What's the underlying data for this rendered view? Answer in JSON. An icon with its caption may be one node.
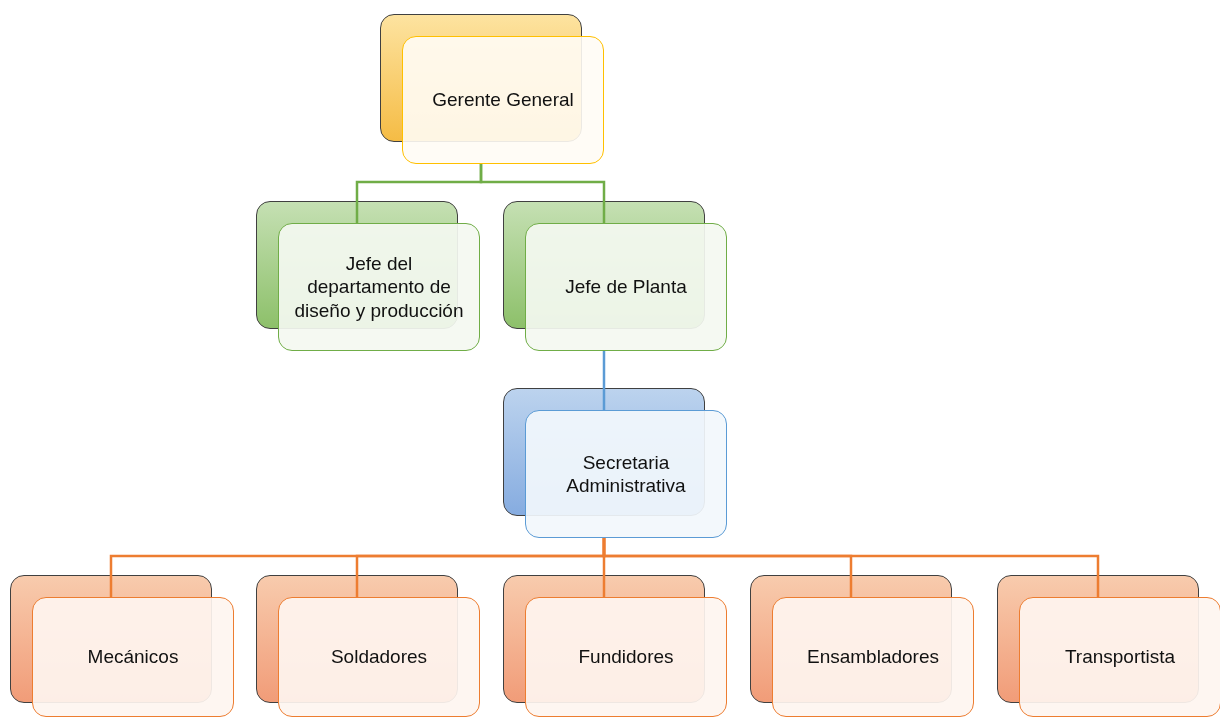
{
  "diagram": {
    "nodes": [
      {
        "text": [
          "Gerente General"
        ]
      },
      {
        "text": [
          "Jefe del departamento de diseño y producción"
        ]
      },
      {
        "text": [
          "Jefe de Planta"
        ]
      },
      {
        "text": [
          "Secretaria Administrativa"
        ]
      },
      {
        "text": [
          "Mecánicos"
        ]
      },
      {
        "text": [
          "Soldadores"
        ]
      },
      {
        "text": [
          "Fundidores"
        ]
      },
      {
        "text": [
          "Ensambladores"
        ]
      },
      {
        "text": [
          "Transportista"
        ]
      }
    ],
    "edges": [
      {
        "from": 0,
        "to": 1,
        "arrow": "none",
        "color": "#70ad47"
      },
      {
        "from": 0,
        "to": 2,
        "arrow": "none",
        "color": "#70ad47"
      },
      {
        "from": 2,
        "to": 3,
        "arrow": "none",
        "color": "#5b9bd5"
      },
      {
        "from": 3,
        "to": 4,
        "arrow": "none"
      },
      {
        "from": 3,
        "to": 5,
        "arrow": "none"
      },
      {
        "from": 3,
        "to": 6,
        "arrow": "none"
      },
      {
        "from": 3,
        "to": 7,
        "arrow": "none"
      },
      {
        "from": 3,
        "to": 8,
        "arrow": "none"
      }
    ]
  }
}
